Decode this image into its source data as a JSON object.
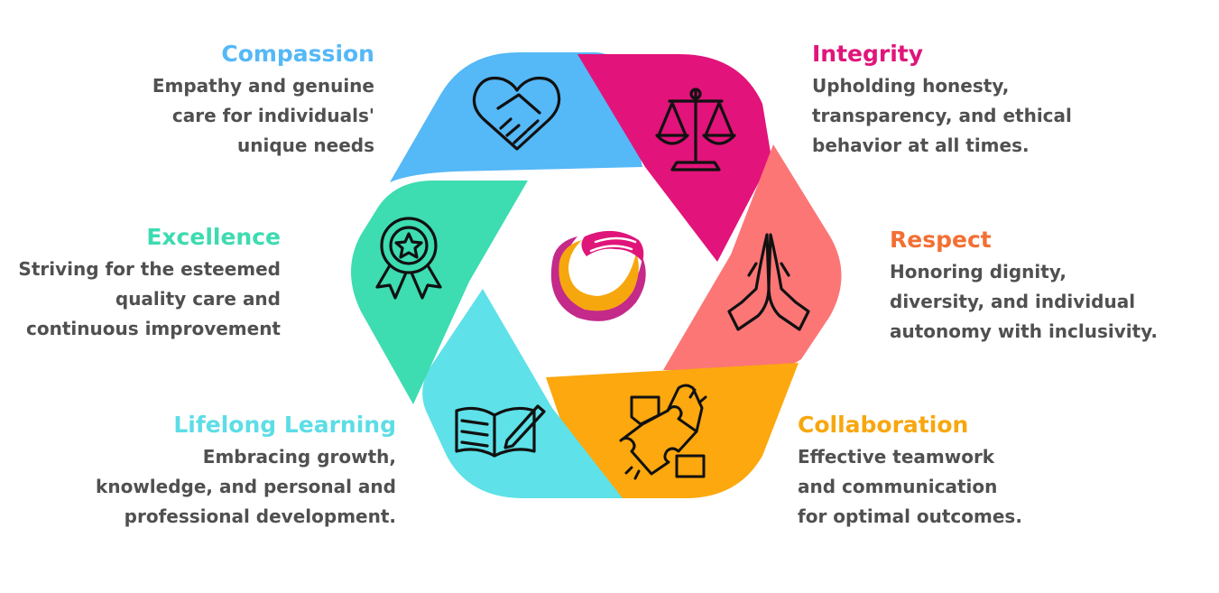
{
  "values": {
    "compassion": {
      "title": "Compassion",
      "lines": [
        "Empathy and genuine",
        "care for individuals'",
        "unique needs"
      ],
      "color": "#55b8f7",
      "icon": "handshake-heart-icon"
    },
    "integrity": {
      "title": "Integrity",
      "lines": [
        "Upholding honesty,",
        "transparency, and ethical",
        "behavior at all times."
      ],
      "color": "#e0157a",
      "icon": "scales-icon"
    },
    "excellence": {
      "title": "Excellence",
      "lines": [
        "Striving for the esteemed",
        "quality care and",
        "continuous improvement"
      ],
      "color": "#3ddbb0",
      "icon": "award-ribbon-icon"
    },
    "respect": {
      "title": "Respect",
      "lines": [
        "Honoring dignity,",
        "diversity, and individual",
        "autonomy with inclusivity."
      ],
      "color": "#f46f33",
      "icon": "praying-hands-icon"
    },
    "lifelong": {
      "title": "Lifelong Learning",
      "lines": [
        "Embracing growth,",
        "knowledge, and personal and",
        "professional development."
      ],
      "color": "#5ddde6",
      "icon": "open-book-pen-icon"
    },
    "collab": {
      "title": "Collaboration",
      "lines": [
        "Effective teamwork",
        "and communication",
        "for optimal outcomes."
      ],
      "color": "#f7a70e",
      "icon": "puzzle-hands-icon"
    }
  },
  "segment_colors": {
    "compassion": "#55b8f7",
    "integrity": "#e2137a",
    "respect": "#fc7676",
    "collab": "#fca80e",
    "lifelong": "#5ee1e8",
    "excellence": "#3ddcb1"
  },
  "center_logo": "flame-hand-logo-icon"
}
